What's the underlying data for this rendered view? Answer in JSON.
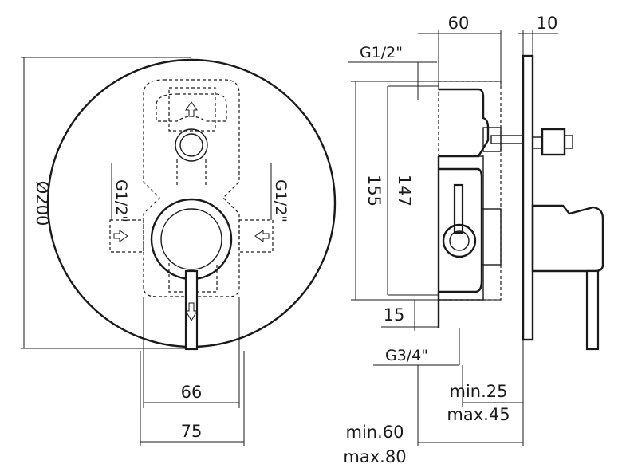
{
  "front_view": {
    "diameter_label": "Ø200",
    "inlet_left_label": "G1/2\"",
    "inlet_right_label": "G1/2\"",
    "width_inner_label": "66",
    "width_outer_label": "75"
  },
  "side_view": {
    "depth_label": "60",
    "plate_label": "10",
    "inlet_top_label": "G1/2\"",
    "height_outer_label": "155",
    "height_inner_label": "147",
    "offset_label": "15",
    "outlet_label": "G3/4\"",
    "min_plate_label": "min.25",
    "max_plate_label": "max.45",
    "min_wall_label": "min.60",
    "max_wall_label": "max.80"
  }
}
